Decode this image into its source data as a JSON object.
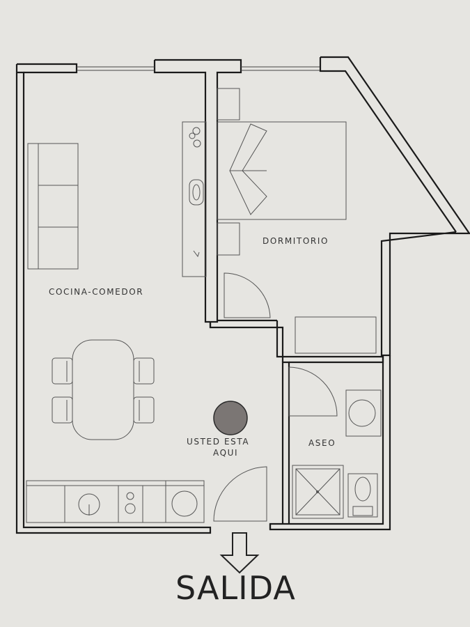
{
  "rooms": {
    "living_kitchen": "COCINA-COMEDOR",
    "bedroom": "DORMITORIO",
    "bathroom": "ASEO"
  },
  "marker": {
    "line1": "USTED ESTA",
    "line2": "AQUI",
    "color": "#7b7674"
  },
  "exit": {
    "label": "SALIDA"
  },
  "colors": {
    "paper": "#e6e5e1",
    "wall": "#1a1a1a"
  }
}
